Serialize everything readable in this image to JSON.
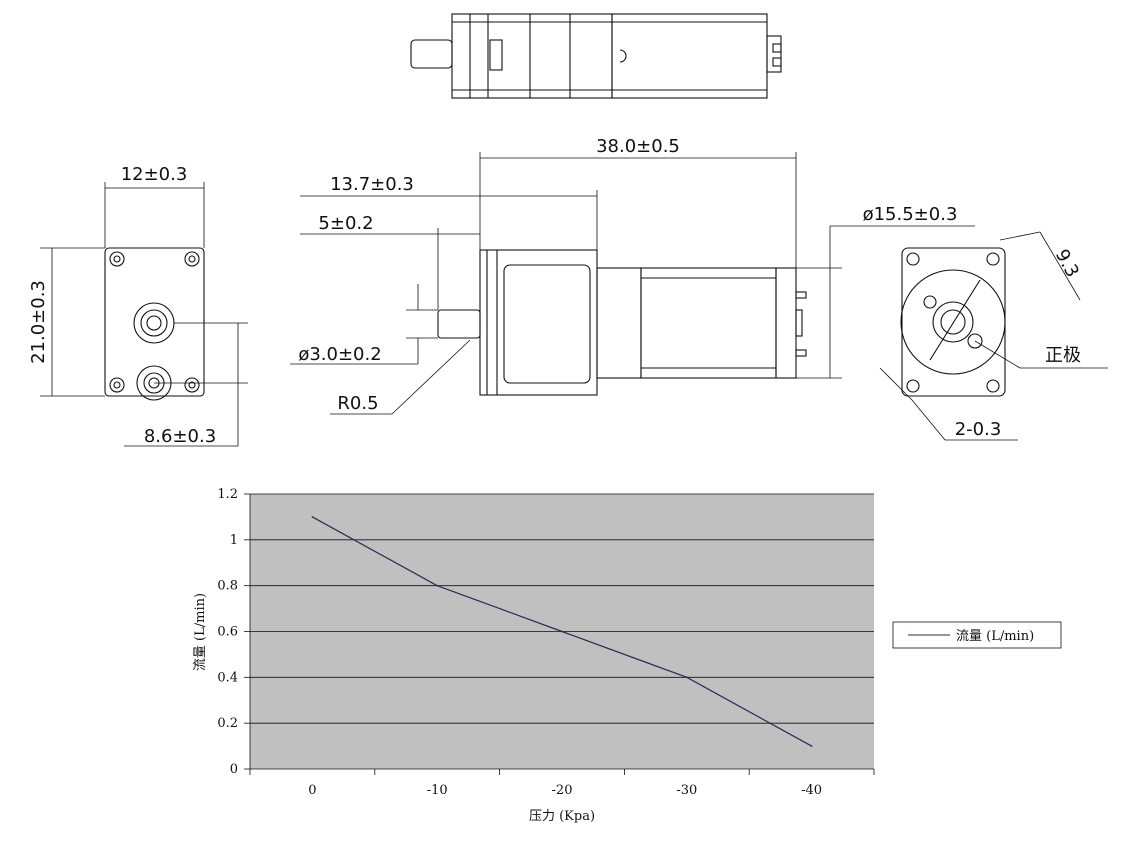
{
  "dimensions": {
    "width_body": "12±0.3",
    "height_body": "21.0±0.3",
    "inlet_offset": "8.6±0.3",
    "total_length": "38.0±0.5",
    "pump_length": "13.7±0.3",
    "nozzle_length": "5±0.2",
    "nozzle_diameter": "ø3.0±0.2",
    "radius": "R0.5",
    "motor_diameter": "ø15.5±0.3",
    "terminal_spacing": "9.3",
    "terminal_width": "2-0.3",
    "positive_label": "正极"
  },
  "chart_data": {
    "type": "line",
    "x": [
      0,
      -10,
      -20,
      -30,
      -40
    ],
    "xticks": [
      "0",
      "-10",
      "-20",
      "-30",
      "-40"
    ],
    "yticks": [
      "0",
      "0.2",
      "0.4",
      "0.6",
      "0.8",
      "1",
      "1.2"
    ],
    "series": [
      {
        "name": "流量 (L/min)",
        "values": [
          1.1,
          0.8,
          0.6,
          0.4,
          0.1
        ],
        "color": "#2a2a5a"
      }
    ],
    "xlabel": "压力 (Kpa)",
    "ylabel": "流量 (L/min)",
    "ylim": [
      0,
      1.2
    ],
    "plot_bg": "#c0c0c0",
    "grid": true,
    "legend_position": "right"
  }
}
